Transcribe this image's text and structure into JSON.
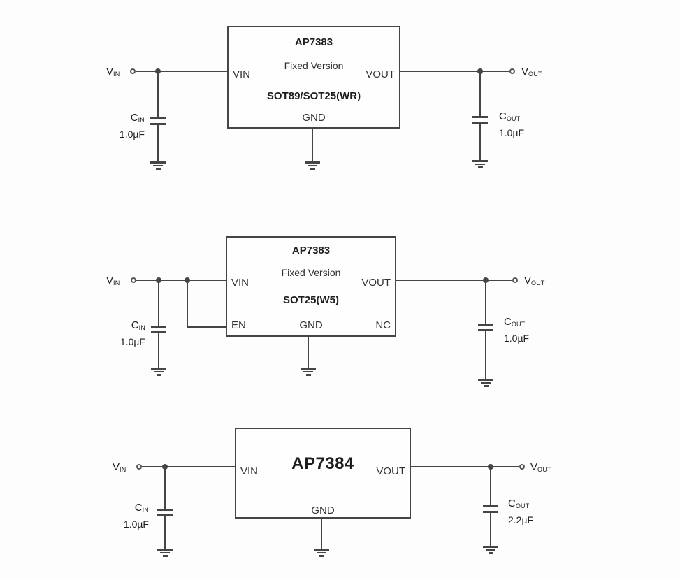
{
  "diagram": {
    "line_color": "#454545",
    "background": "#fdfdfd",
    "description": "Typical application circuits"
  },
  "circuits": [
    {
      "input_label": {
        "main": "V",
        "sub": "IN"
      },
      "output_label": {
        "main": "V",
        "sub": "OUT"
      },
      "cin": {
        "main": "C",
        "sub": "IN",
        "value": "1.0µF"
      },
      "cout": {
        "main": "C",
        "sub": "OUT",
        "value": "1.0µF"
      },
      "ic": {
        "title": "AP7383",
        "subtitle": "Fixed Version",
        "package": "SOT89/SOT25(WR)",
        "pin_vin": "VIN",
        "pin_vout": "VOUT",
        "pin_gnd": "GND"
      }
    },
    {
      "input_label": {
        "main": "V",
        "sub": "IN"
      },
      "output_label": {
        "main": "V",
        "sub": "OUT"
      },
      "cin": {
        "main": "C",
        "sub": "IN",
        "value": "1.0µF"
      },
      "cout": {
        "main": "C",
        "sub": "OUT",
        "value": "1.0µF"
      },
      "ic": {
        "title": "AP7383",
        "subtitle": "Fixed Version",
        "package": "SOT25(W5)",
        "pin_vin": "VIN",
        "pin_vout": "VOUT",
        "pin_gnd": "GND",
        "pin_en": "EN",
        "pin_nc": "NC"
      }
    },
    {
      "input_label": {
        "main": "V",
        "sub": "IN"
      },
      "output_label": {
        "main": "V",
        "sub": "OUT"
      },
      "cin": {
        "main": "C",
        "sub": "IN",
        "value": "1.0µF"
      },
      "cout": {
        "main": "C",
        "sub": "OUT",
        "value": "2.2µF"
      },
      "ic": {
        "title": "AP7384",
        "pin_vin": "VIN",
        "pin_vout": "VOUT",
        "pin_gnd": "GND"
      }
    }
  ]
}
